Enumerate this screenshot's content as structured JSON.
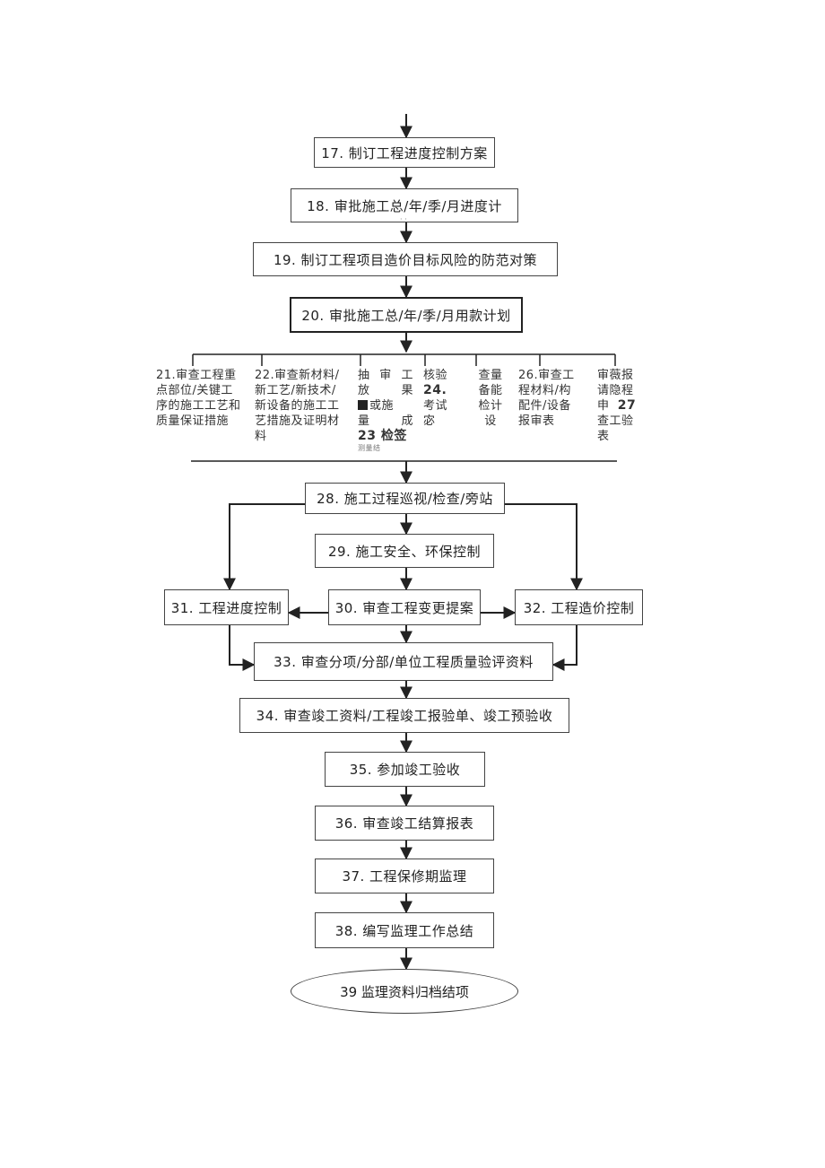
{
  "steps": {
    "s17": "17. 制订工程进度控制方案",
    "s18": "18. 审批施工总/年/季/月进度计",
    "s19": "19. 制订工程项目造价目标风险的防范对策",
    "s20": "20. 审批施工总/年/季/月用款计划",
    "s28": "28. 施工过程巡视/检查/旁站",
    "s29": "29. 施工安全、环保控制",
    "s30": "30. 审查工程变更提案",
    "s31": "31. 工程进度控制",
    "s32": "32. 工程造价控制",
    "s33": "33. 审查分项/分部/单位工程质量验评资料",
    "s34": "34. 审查竣工资料/工程竣工报验单、竣工预验收",
    "s35": "35. 参加竣工验收",
    "s36": "36. 审查竣工结算报表",
    "s37": "37. 工程保修期监理",
    "s38": "38. 编写监理工作总结",
    "s39": "39 监理资料归档结项"
  },
  "branches": {
    "b21": "21.审查工程重点部位/关键工序的施工工艺和质量保证措施",
    "b22": "22.审查新材料/新工艺/新技术/新设备的施工工艺措施及证明材料",
    "b23": {
      "col1": [
        "抽",
        "放",
        "量"
      ],
      "col2": [
        "审",
        "",
        ""
      ],
      "col3": [
        "工",
        "果",
        "成"
      ],
      "row_or": "或施",
      "row_23": "23 检签",
      "under_18": "· ·",
      "under_23": "测量结"
    },
    "b24": {
      "top": "核验",
      "num": "24.",
      "bottom": "考试",
      "tail": "宓"
    },
    "b25": {
      "line1": "查量",
      "line2": "备能",
      "line3": "检计",
      "line4": "设"
    },
    "b26": "26.审查工程材料/构配件/设备报审表",
    "b27": {
      "line1": "审薇报",
      "line2": "请隐程",
      "line3": "申",
      "num": "27",
      "line4": "查工验",
      "line5": "表"
    }
  }
}
